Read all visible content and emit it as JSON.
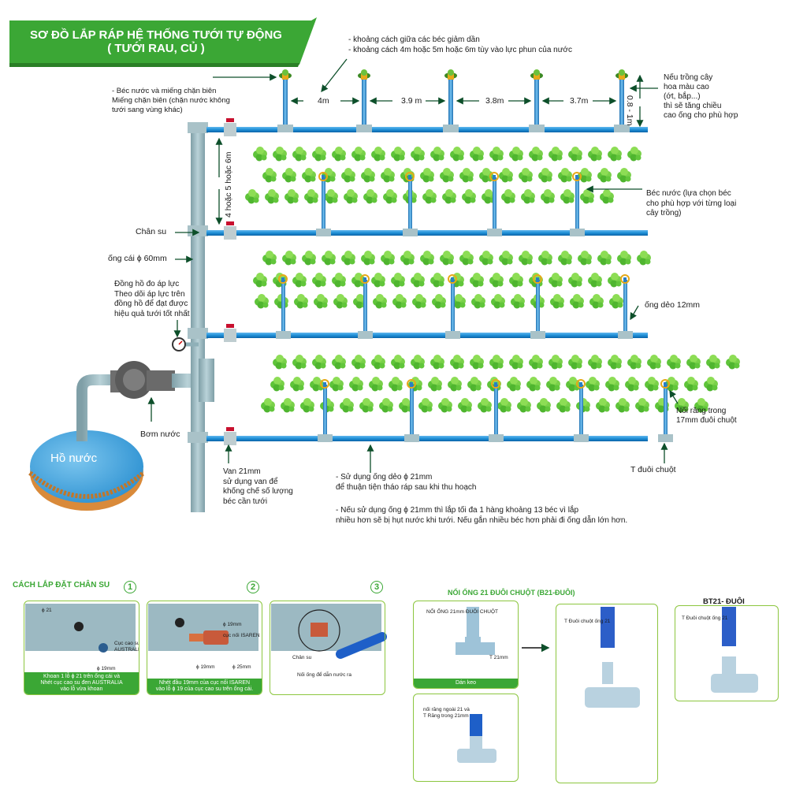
{
  "banner": {
    "line1": "SƠ ĐỒ LẮP RÁP HỆ THỐNG TƯỚI TỰ ĐỘNG",
    "line2": "( TƯỚI RAU, CỦ )"
  },
  "notes": {
    "spacing1": "- khoảng cách giữa các béc giảm dần",
    "spacing2": "- khoảng cách 4m hoặc 5m hoặc 6m tùy vào lực phun của nước",
    "sprinkler_end": "- Béc nước và miếng chặn biên\nMiếng chặn biên (chặn nước không\ntưới sang vùng khác)",
    "tall_crop": "Nếu trồng cây\nhoa màu cao\n(ớt, bắp...)\nthì sẽ tăng chiều\ncao ống cho phù hợp",
    "sprinkler_choice": "Béc nước (lựa chọn béc\ncho phù hợp với từng loại\ncây trồng)",
    "rubber_foot": "Chân su",
    "main_pipe": "ống cái ϕ 60mm",
    "gauge": "Đồng hồ đo áp lực\nTheo dõi áp lực trên\nđồng hồ để đạt được\nhiệu quả tưới tốt nhất",
    "flex_pipe": "ống dẻo 12mm",
    "inner_thread": "Nối răng trong\n17mm đuôi chuột",
    "pump": "Bơm nước",
    "tank": "Hồ nước",
    "valve": "Van 21mm\nsử dụng van để\nkhống chế số lượng\nbéc cần tưới",
    "tee": "T đuôi chuột",
    "use_pipe": "- Sử dụng ống dẻo ϕ 21mm\nđể thuận tiện tháo ráp sau khi thu hoạch",
    "limit": "- Nếu sử dụng ống ϕ 21mm thì lắp tối đa 1 hàng khoảng 13 béc vì lắp\nnhiều hơn sẽ bị hụt nước khi tưới. Nếu gắn nhiều béc hơn phải đi ống dẫn lớn hơn."
  },
  "dimensions": {
    "d1": "4m",
    "d2": "3.9 m",
    "d3": "3.8m",
    "d4": "3.7m",
    "height": "0.8 - 1m",
    "row_gap": "4 hoặc 5 hoặc 6m"
  },
  "bottom": {
    "left_title": "CÁCH LẮP ĐẶT CHÂN SU",
    "step1": "1",
    "step2": "2",
    "step3": "3",
    "p1_phi": "ϕ 21",
    "p1_part": "Cục cao su\nAUSTRALIA",
    "p1_phi2": "ϕ 19mm",
    "p1_cap": "Khoan 1 lỗ ϕ 21 trên ống cái và\nNhét cục cao su đen AUSTRALIA\nvào lỗ vừa khoan",
    "p2_phi": "ϕ 19mm",
    "p2_part": "cục nối ISAREN",
    "p2_a": "ϕ 19mm",
    "p2_b": "ϕ 25mm",
    "p2_cap": "Nhét đầu 19mm của cục nối ISAREN\nvào lỗ ϕ 19 của cục cao su trên ống cái.",
    "p3_a": "Chân su",
    "p3_b": "Nối ống để dẫn nước ra",
    "right_title": "NỐI ỐNG 21 ĐUÔI CHUỘT (B21-ĐUÔI)",
    "q1_top": "NỐI ỐNG 21mm ĐUÔI CHUỘT",
    "q1_t": "T 21mm",
    "q1_cap": "Dán keo",
    "q2_top": "nối răng ngoài 21 và\nT Răng trong 21mm",
    "q3_label": "T Đuôi chuột ống 21",
    "q4_title": "BT21- ĐUÔI",
    "q4_label": "T Đuôi chuột ống 21"
  },
  "colors": {
    "green": "#3ba735",
    "pipe": "#1f8fd6",
    "mainpipe": "#8fb0b8",
    "water": "#4aa8dc"
  }
}
